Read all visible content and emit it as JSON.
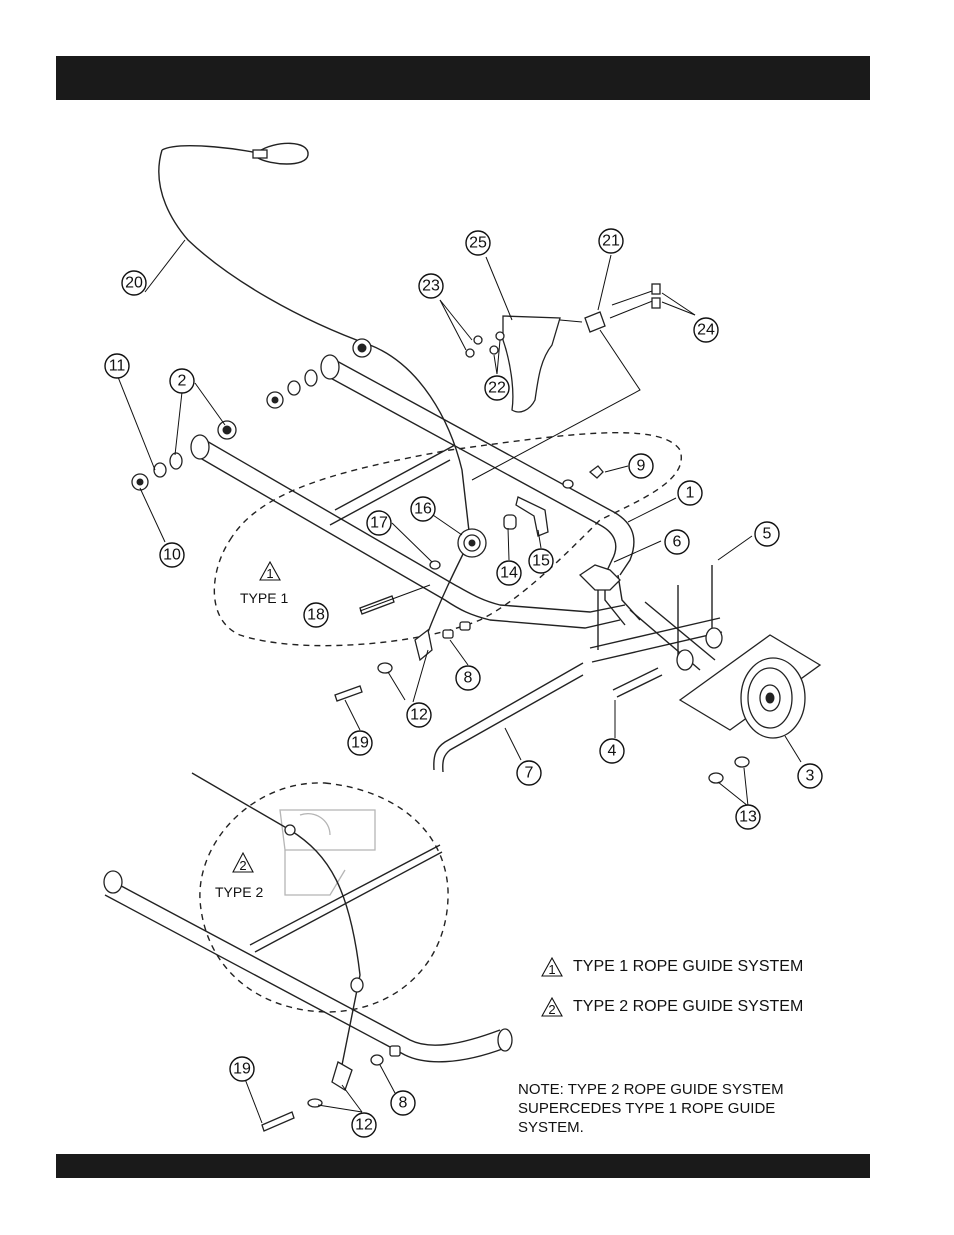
{
  "header": {
    "title": ""
  },
  "footer": {
    "text": ""
  },
  "type1_label": "TYPE 1",
  "type2_label": "TYPE 2",
  "type1_marker": "1",
  "type2_marker": "2",
  "legend": [
    {
      "marker": "1",
      "text": "TYPE 1 ROPE GUIDE SYSTEM"
    },
    {
      "marker": "2",
      "text": "TYPE 2 ROPE GUIDE SYSTEM"
    }
  ],
  "note": {
    "lines": [
      "NOTE:  TYPE 2 ROPE GUIDE SYSTEM",
      "SUPERCEDES TYPE 1 ROPE GUIDE",
      "SYSTEM."
    ]
  },
  "callouts": [
    "1",
    "2",
    "3",
    "4",
    "5",
    "6",
    "7",
    "8",
    "9",
    "10",
    "11",
    "12",
    "13",
    "14",
    "15",
    "16",
    "17",
    "18",
    "19",
    "20",
    "21",
    "22",
    "23",
    "24",
    "25",
    "8",
    "12",
    "19"
  ]
}
